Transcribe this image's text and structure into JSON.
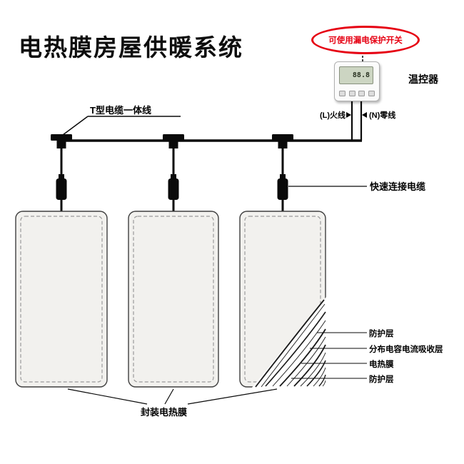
{
  "title": "电热膜房屋供暖系统",
  "callout": "可使用漏电保护开关",
  "thermostat": {
    "label": "温控器",
    "lcd": "88.8"
  },
  "wire_labels": {
    "live": "(L)火线",
    "neutral": "(N)零线"
  },
  "cable_labels": {
    "t_cable": "T型电缆一体线",
    "quick_cable": "快速连接电缆"
  },
  "layers": [
    "防护层",
    "分布电容电流吸收层",
    "电热膜",
    "防护层"
  ],
  "footer_label": "封装电热膜",
  "colors": {
    "accent_red": "#e60012",
    "line_black": "#0a0a0a",
    "panel_fill": "#f2f1ee",
    "lcd_green": "#ccd5c2"
  }
}
